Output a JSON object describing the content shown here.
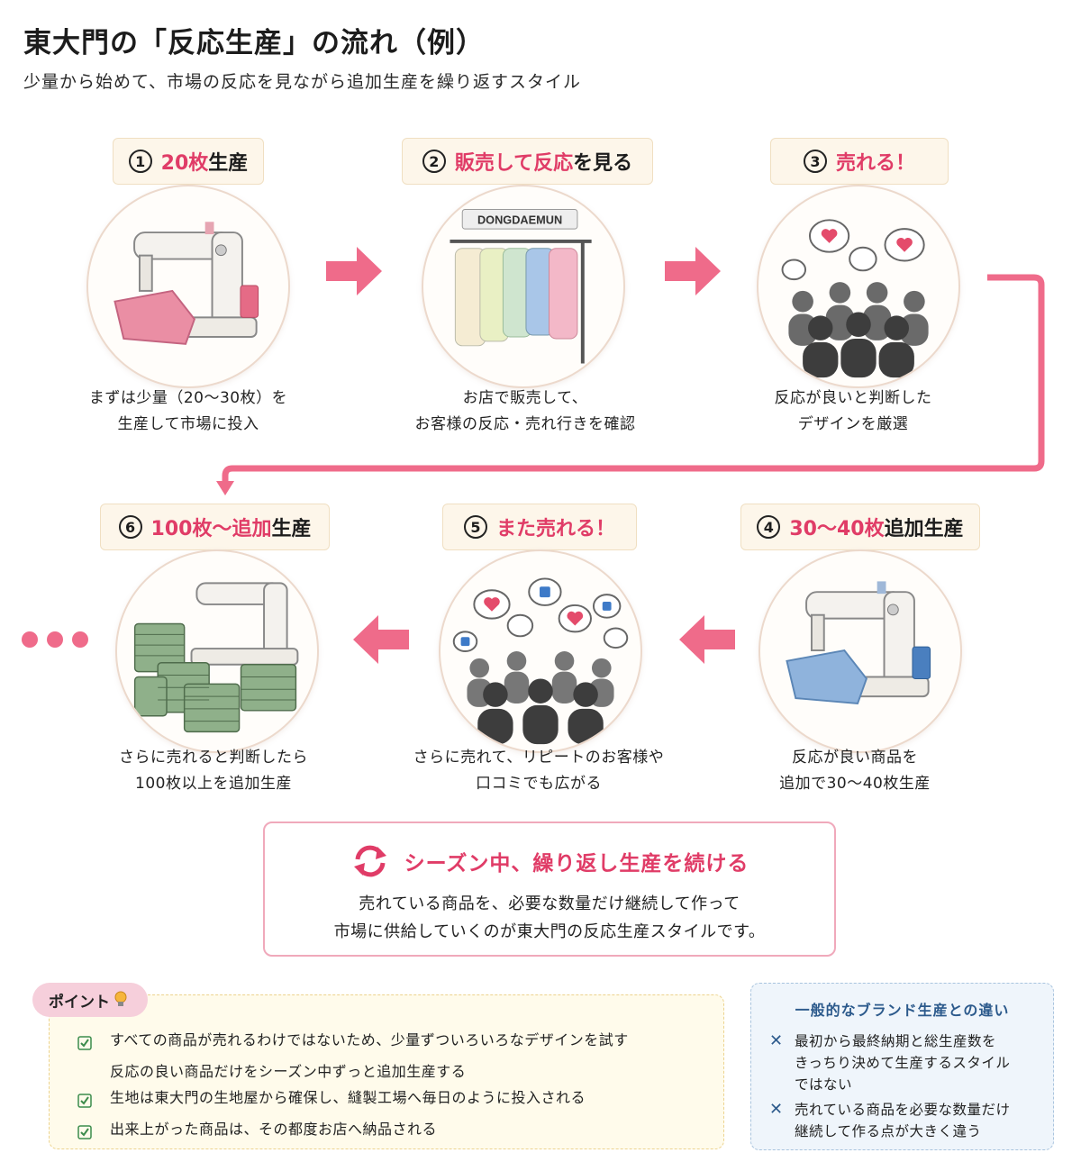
{
  "header": {
    "title": "東大門の「反応生産」の流れ（例）",
    "subtitle": "少量から始めて、市場の反応を見ながら追加生産を繰り返すスタイル"
  },
  "steps": [
    {
      "num": "1",
      "label_hl": "20枚",
      "label_rest": "生産",
      "desc_line1": "まずは少量（20〜30枚）を",
      "desc_line2": "生産して市場に投入"
    },
    {
      "num": "2",
      "label_hl": "販売して反応",
      "label_rest": "を見る",
      "desc_line1": "お店で販売して、",
      "desc_line2": "お客様の反応・売れ行きを確認",
      "sign": "DONGDAEMUN"
    },
    {
      "num": "3",
      "label_hl": "売れる！",
      "label_rest": "",
      "desc_line1": "反応が良いと判断した",
      "desc_line2": "デザインを厳選"
    },
    {
      "num": "4",
      "label_hl": "30〜40枚",
      "label_rest": "追加生産",
      "desc_line1": "反応が良い商品を",
      "desc_line2": "追加で30〜40枚生産"
    },
    {
      "num": "5",
      "label_hl": "また売れる！",
      "label_rest": "",
      "desc_line1": "さらに売れて、リピートのお客様や",
      "desc_line2": "口コミでも広がる"
    },
    {
      "num": "6",
      "label_hl": "100枚〜追加",
      "label_rest": "生産",
      "desc_line1": "さらに売れると判断したら",
      "desc_line2": "100枚以上を追加生産"
    }
  ],
  "season": {
    "title": "シーズン中、繰り返し生産を続ける",
    "line1": "売れている商品を、必要な数量だけ継続して作って",
    "line2": "市場に供給していくのが東大門の反応生産スタイルです。"
  },
  "points": {
    "tag": "ポイント",
    "items": [
      "すべての商品が売れるわけではないため、少量ずついろいろなデザインを試す",
      "反応の良い商品だけをシーズン中ずっと追加生産する",
      "生地は東大門の生地屋から確保し、縫製工場へ毎日のように投入される",
      "出来上がった商品は、その都度お店へ納品される"
    ]
  },
  "difference": {
    "title": "一般的なブランド生産との違い",
    "items": [
      {
        "line1": "最初から最終納期と総生産数を",
        "line2": "きっちり決めて生産するスタイル",
        "line3": "ではない"
      },
      {
        "line1": "売れている商品を必要な数量だけ",
        "line2": "継続して作る点が大きく違う",
        "line3": ""
      }
    ]
  },
  "colors": {
    "accent": "#e03c67",
    "arrow": "#ef6b8a",
    "label_bg": "#fdf6ea",
    "diff_title": "#2c5a8c"
  }
}
